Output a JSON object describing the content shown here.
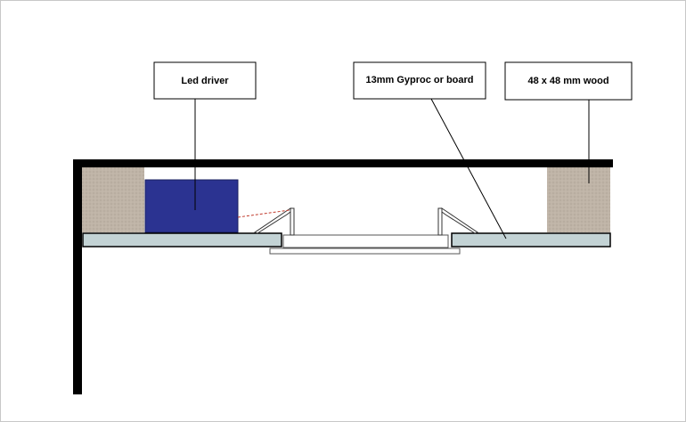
{
  "labels": {
    "led_driver": "Led driver",
    "gyproc": "13mm Gyproc or board",
    "wood": "48 x 48 mm wood"
  },
  "colors": {
    "frame": "#000000",
    "wood": "#b8ada0",
    "driver": "#2b3391",
    "board": "#c3d3d5",
    "dashed_wire": "#c0392b"
  }
}
